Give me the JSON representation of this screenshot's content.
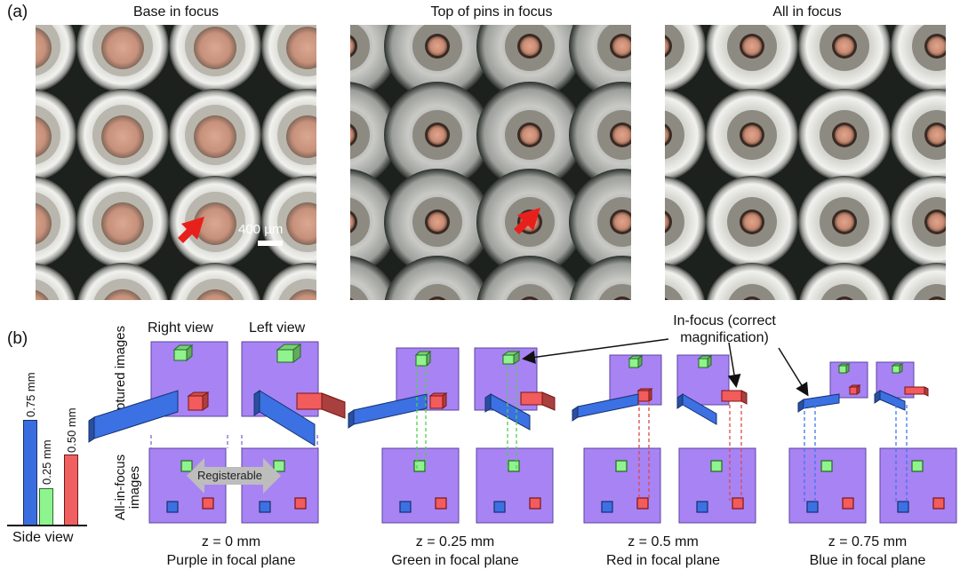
{
  "panel_a": {
    "label": "(a)",
    "titles": [
      "Base in focus",
      "Top of pins in focus",
      "All in focus"
    ],
    "scale_bar": "400 µm"
  },
  "panel_b": {
    "label": "(b)",
    "view_labels": [
      "Right view",
      "Left view"
    ],
    "row_labels": [
      "Captured images",
      "All-in-focus images"
    ],
    "side_view": {
      "title": "Side view",
      "bars": [
        {
          "label": "0.75 mm",
          "height_mm": 0.75,
          "color": "#3a6ee0"
        },
        {
          "label": "0.25 mm",
          "height_mm": 0.25,
          "color": "#8ef58e"
        },
        {
          "label": "0.50 mm",
          "height_mm": 0.5,
          "color": "#f06060"
        }
      ]
    },
    "annotation": "In-focus (correct magnification)",
    "registerable": "Registerable",
    "conditions": [
      {
        "z": "z = 0 mm",
        "desc": "Purple in focal plane"
      },
      {
        "z": "z = 0.25 mm",
        "desc": "Green in focal plane"
      },
      {
        "z": "z = 0.5 mm",
        "desc": "Red in focal plane"
      },
      {
        "z": "z = 0.75 mm",
        "desc": "Blue in focal plane"
      }
    ],
    "colors": {
      "purple": "#a883f3",
      "blue": "#3c71e3",
      "green": "#90f38e",
      "red": "#f25c5c",
      "arrow_gray": "#bdbdbd"
    }
  }
}
